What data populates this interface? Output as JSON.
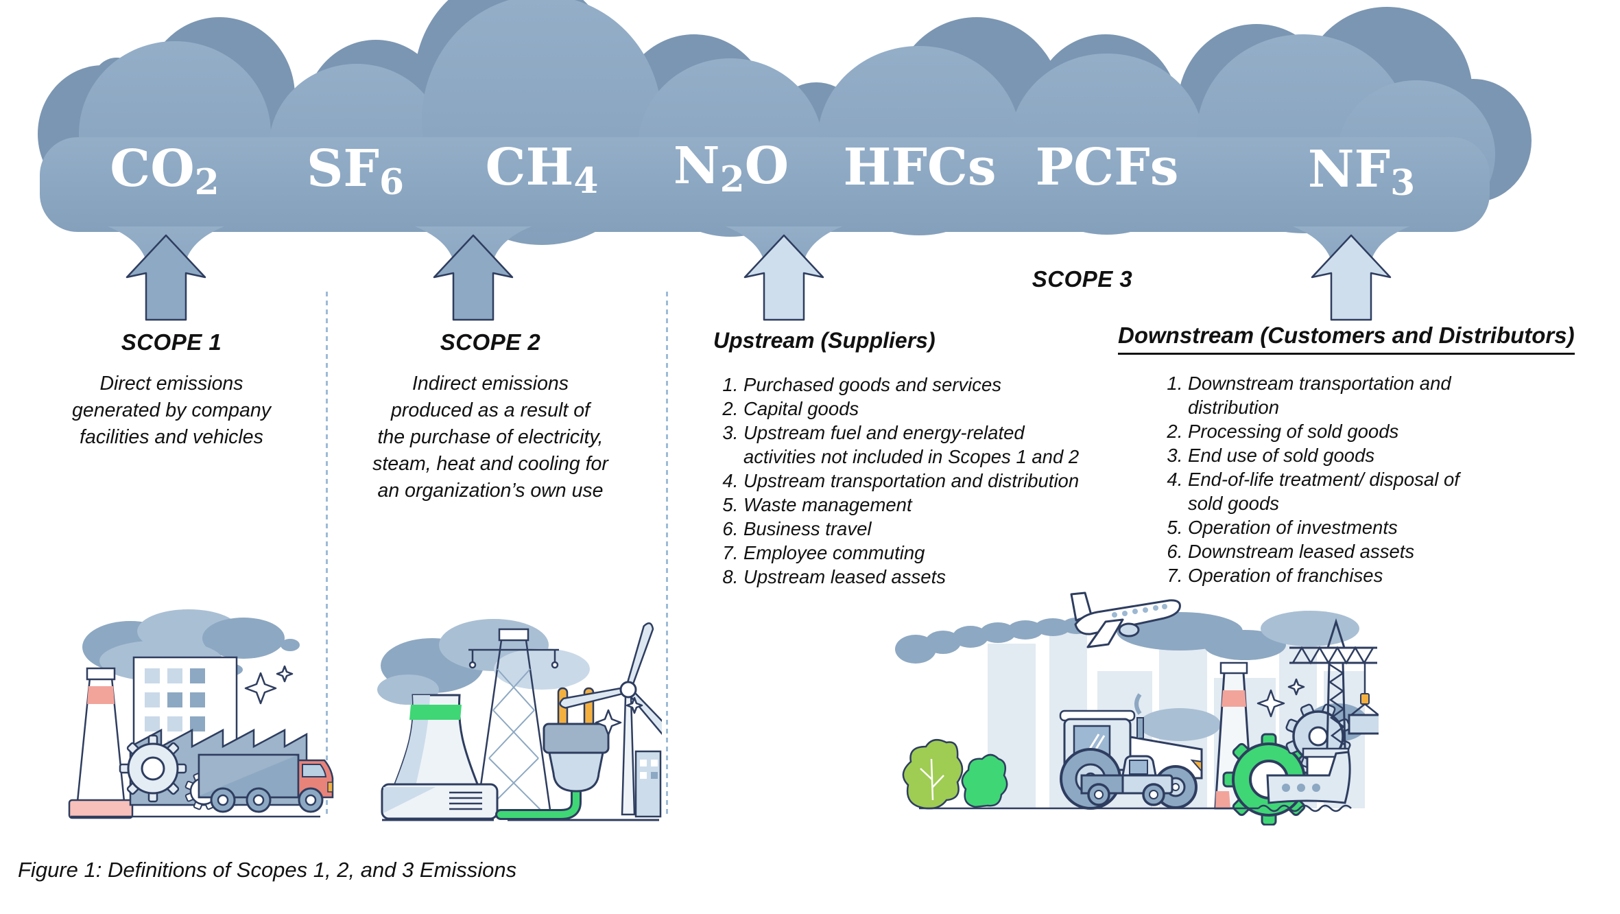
{
  "figure": {
    "caption": "Figure 1: Definitions of Scopes 1, 2, and 3 Emissions"
  },
  "clouds": {
    "description": "greenhouse-gas-cloud-band",
    "gases": [
      {
        "name": "carbon-dioxide",
        "segments": [
          {
            "t": "CO"
          },
          {
            "t": "2",
            "sub": true
          }
        ]
      },
      {
        "name": "sulfur-hexafluoride",
        "segments": [
          {
            "t": "SF"
          },
          {
            "t": "6",
            "sub": true
          }
        ]
      },
      {
        "name": "methane",
        "segments": [
          {
            "t": "CH"
          },
          {
            "t": "4",
            "sub": true
          }
        ]
      },
      {
        "name": "nitrous-oxide",
        "segments": [
          {
            "t": "N"
          },
          {
            "t": "2",
            "sub": true
          },
          {
            "t": "O"
          }
        ]
      },
      {
        "name": "hydrofluorocarbons",
        "segments": [
          {
            "t": "HFCs"
          }
        ]
      },
      {
        "name": "perfluorocarbons",
        "segments": [
          {
            "t": "PCFs"
          }
        ]
      },
      {
        "name": "nitrogen-trifluoride",
        "segments": [
          {
            "t": "NF"
          },
          {
            "t": "3",
            "sub": true
          }
        ]
      }
    ]
  },
  "scope1": {
    "title": "SCOPE 1",
    "body": "Direct emissions\ngenerated by company\nfacilities and vehicles"
  },
  "scope2": {
    "title": "SCOPE 2",
    "body": "Indirect emissions\nproduced as a result of\nthe purchase of electricity,\nsteam, heat and cooling for\nan organization’s own use"
  },
  "scope3": {
    "label": "SCOPE 3",
    "upstream": {
      "title": "Upstream (Suppliers)",
      "items": [
        "Purchased goods and services",
        "Capital goods",
        "Upstream fuel and energy-related\nactivities not included in Scopes 1 and 2",
        "Upstream transportation and distribution",
        "Waste management",
        "Business travel",
        "Employee commuting",
        "Upstream leased assets"
      ]
    },
    "downstream": {
      "title": "Downstream (Customers and Distributors)",
      "items": [
        "Downstream transportation and\ndistribution",
        "Processing of sold goods",
        "End use of sold goods",
        "End-of-life treatment/ disposal of\nsold goods",
        "Operation of investments",
        "Downstream leased assets",
        "Operation of franchises"
      ]
    }
  },
  "palette": {
    "cloud_front": "#8ca7c1",
    "cloud_back": "#7b96b2",
    "arrow_steel": "#8ea9c3",
    "arrow_light": "#cfdeec",
    "outline_navy": "#2e3d5f",
    "separator_blue": "#9dbbd6",
    "accent_red": "#e8837a",
    "accent_salmon": "#f2a49b",
    "accent_green": "#3fd675",
    "accent_yellow": "#f4b03f",
    "text_black": "#111111",
    "fill_pale_blue": "#ccdcea"
  }
}
